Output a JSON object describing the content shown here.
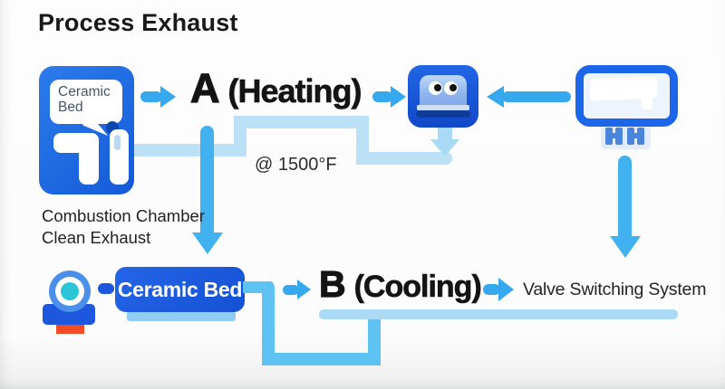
{
  "title": "Process Exhaust",
  "stage_a": {
    "letter": "A",
    "label": "(Heating)",
    "temperature": "@ 1500°F"
  },
  "stage_b": {
    "letter": "B",
    "label": "(Cooling)"
  },
  "combustion": {
    "bubble_line1": "Ceramic",
    "bubble_line2": "Bed",
    "caption_line1": "Combustion Chamber",
    "caption_line2": "Clean Exhaust"
  },
  "ceramic_bed_button": {
    "label": "Ceramic Bed"
  },
  "valve_switching": {
    "label": "Valve Switching System"
  },
  "colors": {
    "node_blue": "#1b63e4",
    "arrow_blue": "#36a9ee",
    "pipe_light": "#bce1f7",
    "pipe_medium": "#5ec2f3",
    "navy": "#0f3c96",
    "teal": "#2bc5d6",
    "orange": "#f14e28"
  }
}
